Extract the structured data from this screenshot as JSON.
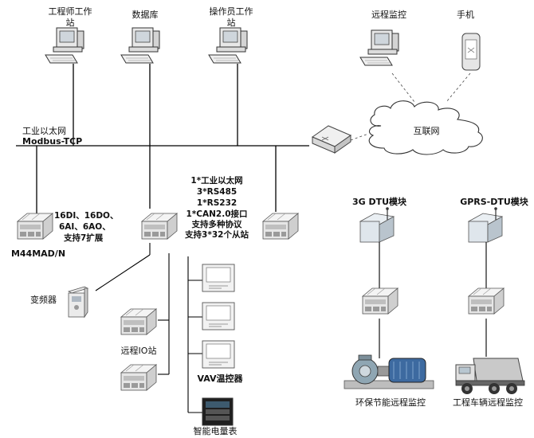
{
  "workstations": {
    "engineer": "工程师工作站",
    "engineer_line1": "工程师工作",
    "engineer_line2": "站",
    "database": "数据库",
    "operator_line1": "操作员工作",
    "operator_line2": "站",
    "remote_monitor": "远程监控",
    "phone": "手机"
  },
  "network": {
    "ethernet_label": "工业以太网",
    "protocol_label": "Modbus-TCP",
    "internet_label": "互联网"
  },
  "controller_main": {
    "features": [
      "1*工业以太网",
      "3*RS485",
      "1*RS232",
      "1*CAN2.0接口",
      "支持多种协议",
      "支持3*32个从站"
    ]
  },
  "controller_left": {
    "name": "M44MAD/N",
    "io_lines": [
      "16DI、16DO、",
      "6AI、6AO、",
      "支持7扩展"
    ]
  },
  "field_devices": {
    "inverter": "变频器",
    "remote_io": "远程IO站",
    "vav": "VAV温控器",
    "meter": "智能电量表"
  },
  "remote_sites": {
    "dtu_3g": "3G DTU模块",
    "dtu_gprs": "GPRS-DTU模块",
    "env_monitor": "环保节能远程监控",
    "vehicle_monitor": "工程车辆远程监控"
  }
}
